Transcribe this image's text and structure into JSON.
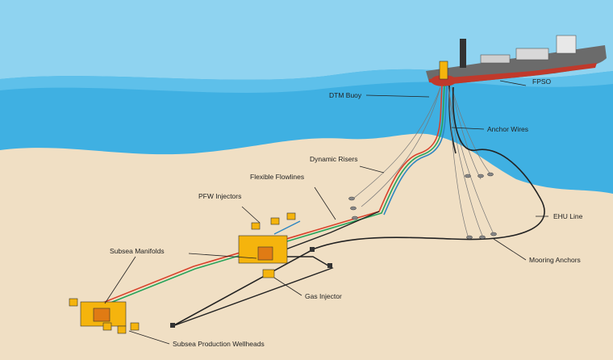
{
  "labels": {
    "fpso": "FPSO",
    "dtm_buoy": "DTM Buoy",
    "anchor_wires": "Anchor Wires",
    "dynamic_risers": "Dynamic Risers",
    "flexible_flowlines": "Flexible Flowlines",
    "pfw_injectors": "PFW Injectors",
    "ehu_line": "EHU Line",
    "subsea_manifolds": "Subsea Manifolds",
    "mooring_anchors": "Mooring Anchors",
    "gas_injector": "Gas Injector",
    "subsea_production_wellheads": "Subsea Production Wellheads"
  },
  "colors": {
    "sky": "#8fd3f0",
    "sea_surface": "#5ec0ea",
    "sea_deep": "#3fb0e2",
    "seabed": "#f0dfc4",
    "hull": "#6b6b6b",
    "hull_red": "#c0392b",
    "equipment_yellow": "#f5b40d",
    "flowline_red": "#d9412b",
    "flowline_green": "#27a35a",
    "flowline_blue": "#2e86c1",
    "flowline_black": "#222222"
  }
}
